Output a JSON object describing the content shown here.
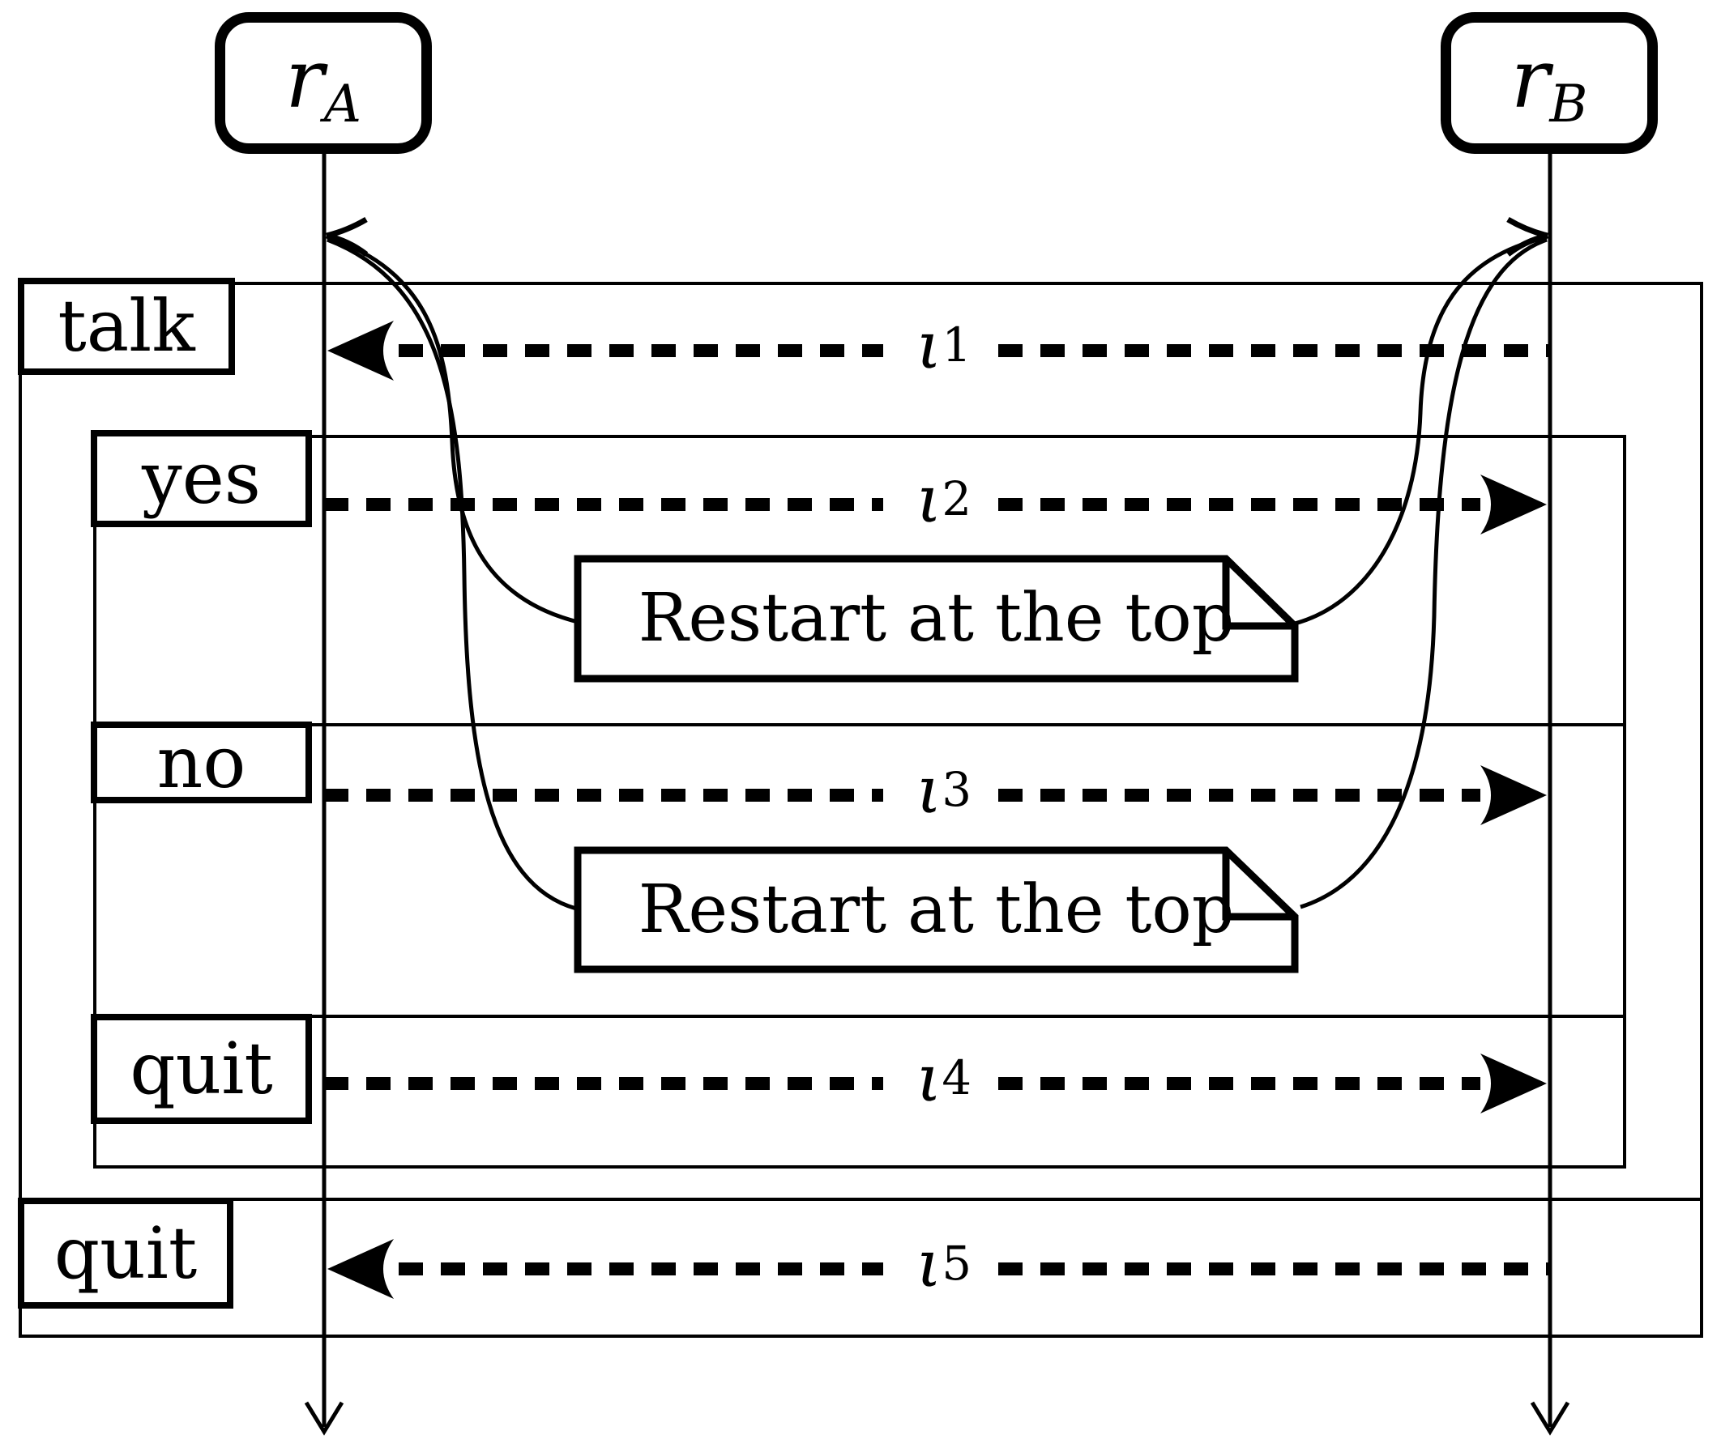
{
  "colors": {
    "ink": "#000000",
    "background": "#ffffff"
  },
  "participants": [
    {
      "base": "r",
      "sub": "A"
    },
    {
      "base": "r",
      "sub": "B"
    }
  ],
  "section_labels": [
    {
      "label": "talk"
    },
    {
      "label": "yes"
    },
    {
      "label": "no"
    },
    {
      "label": "quit"
    },
    {
      "label": "quit"
    }
  ],
  "messages": [
    {
      "base": "ι",
      "sub": "1",
      "direction": "to-rA"
    },
    {
      "base": "ι",
      "sub": "2",
      "direction": "to-rB"
    },
    {
      "base": "ι",
      "sub": "3",
      "direction": "to-rB"
    },
    {
      "base": "ι",
      "sub": "4",
      "direction": "to-rB"
    },
    {
      "base": "ι",
      "sub": "5",
      "direction": "to-rA"
    }
  ],
  "notes": [
    {
      "text": "Restart at the top"
    },
    {
      "text": "Restart at the top"
    }
  ]
}
